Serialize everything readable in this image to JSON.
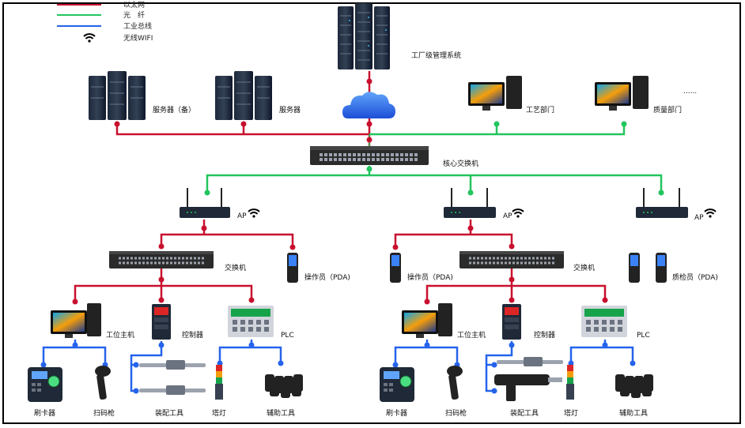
{
  "legend": [
    {
      "label": "以太网",
      "color": "#c8102e",
      "type": "line"
    },
    {
      "label": "光　纤",
      "color": "#22c55e",
      "type": "line"
    },
    {
      "label": "工业总线",
      "color": "#2563eb",
      "type": "line"
    },
    {
      "label": "无线WIFI",
      "color": "#000000",
      "type": "wifi-icon"
    }
  ],
  "labels": {
    "factory_system": "工厂级管理系统",
    "server_backup": "服务器（备）",
    "server": "服务器",
    "process_dept": "工艺部门",
    "quality_dept": "质量部门",
    "ellipsis": "......",
    "core_switch": "核心交换机",
    "ap": "AP",
    "switch": "交换机",
    "operator_pda": "操作员（PDA)",
    "inspector_pda": "质检员（PDA)",
    "workstation": "工位主机",
    "controller": "控制器",
    "plc": "PLC",
    "card_reader": "刷卡器",
    "scanner": "扫码枪",
    "assembly_tool": "装配工具",
    "tower_light": "塔灯",
    "aux_tool": "辅助工具"
  },
  "colors": {
    "ethernet": "#c8102e",
    "fiber": "#22c55e",
    "bus": "#2563eb"
  }
}
